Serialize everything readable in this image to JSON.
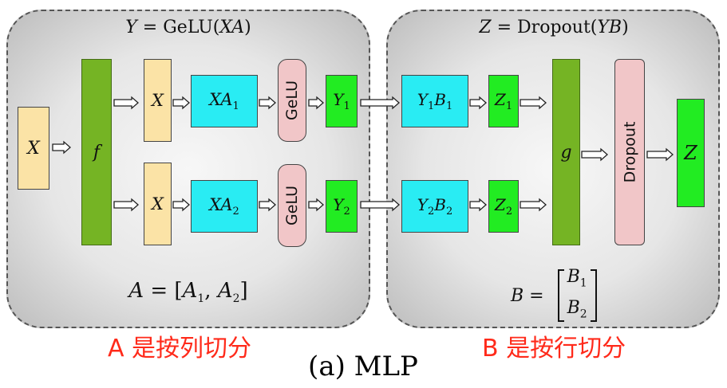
{
  "panel_a": {
    "formula": {
      "lhs": "Y",
      "eq": " = GeLU(",
      "arg": "XA",
      "close": ")"
    },
    "partition": {
      "lhs": "A",
      "eq": " = [",
      "a1": "A",
      "s1": "1",
      "comma": ", ",
      "a2": "A",
      "s2": "2",
      "close": "]"
    },
    "caption": "A 是按列切分"
  },
  "panel_b": {
    "formula": {
      "lhs": "Z",
      "eq": " = Dropout(",
      "arg": "YB",
      "close": ")"
    },
    "partition": {
      "lhs": "B",
      "eq": " = ",
      "b1": "B",
      "s1": "1",
      "b2": "B",
      "s2": "2"
    },
    "caption": "B 是按行切分"
  },
  "nodes": {
    "input": "X",
    "f": "f",
    "x_top": "X",
    "x_bottom": "X",
    "xa1": {
      "base": "XA",
      "sub": "1"
    },
    "xa2": {
      "base": "XA",
      "sub": "2"
    },
    "gelu_top": "GeLU",
    "gelu_bottom": "GeLU",
    "y1": {
      "base": "Y",
      "sub": "1"
    },
    "y2": {
      "base": "Y",
      "sub": "2"
    },
    "y1b1": {
      "b1": "Y",
      "s1": "1",
      "b2": "B",
      "s2": "1"
    },
    "y2b2": {
      "b1": "Y",
      "s1": "2",
      "b2": "B",
      "s2": "2"
    },
    "z1": {
      "base": "Z",
      "sub": "1"
    },
    "z2": {
      "base": "Z",
      "sub": "2"
    },
    "g": "g",
    "dropout": "Dropout",
    "output": "Z"
  },
  "figure_caption": "(a) MLP",
  "colors": {
    "input_tan": "#fbe3a6",
    "operator_green": "#75b424",
    "matmul_cyan": "#29ecf3",
    "activation_pink": "#f1c6c8",
    "output_green": "#22ec22",
    "caption_red": "#ff2a1a"
  }
}
